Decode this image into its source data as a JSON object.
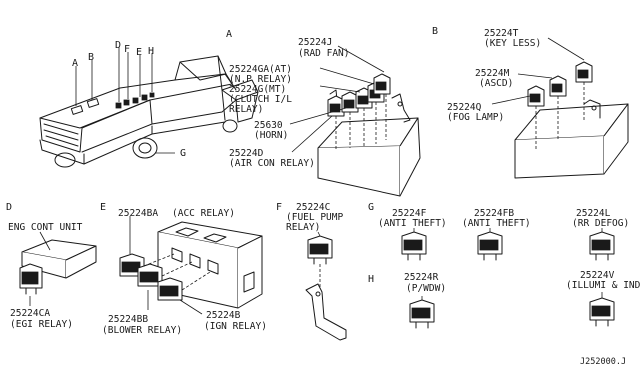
{
  "sections": {
    "A": "A",
    "B": "B",
    "D": "D",
    "E": "E",
    "F": "F",
    "G": "G",
    "H": "H"
  },
  "truck_callouts": [
    "A",
    "B",
    "D",
    "F",
    "E",
    "H",
    "G"
  ],
  "section_a": {
    "rad_fan_number": "25224J",
    "rad_fan_label": "(RAD FAN)",
    "np_relay_number": "25224GA(AT)",
    "np_relay_label": "(N.P RELAY)",
    "clutch_number": "25224G(MT)",
    "clutch_label_1": "(CLUTCH I/L",
    "clutch_label_2": "RELAY)",
    "horn_number": "25630",
    "horn_label": "(HORN)",
    "aircon_number": "25224D",
    "aircon_label": "(AIR CON RELAY)"
  },
  "section_b": {
    "keyless_number": "25224T",
    "keyless_label": "(KEY LESS)",
    "ascd_number": "25224M",
    "ascd_label": "(ASCD)",
    "fog_number": "25224Q",
    "fog_label": "(FOG LAMP)"
  },
  "section_d": {
    "unit_label": "ENG CONT UNIT",
    "egi_number": "25224CA",
    "egi_label": "(EGI RELAY)"
  },
  "section_e": {
    "acc_number": "25224BA",
    "acc_label": "(ACC RELAY)",
    "blower_number": "25224BB",
    "blower_label": "(BLOWER RELAY)",
    "ign_number": "25224B",
    "ign_label": "(IGN RELAY)"
  },
  "section_f": {
    "fuel_number": "25224C",
    "fuel_label_1": "(FUEL PUMP",
    "fuel_label_2": "RELAY)"
  },
  "section_g": {
    "anti1_number": "25224F",
    "anti1_label": "(ANTI THEFT)",
    "anti2_number": "25224FB",
    "anti2_label": "(ANTI THEFT)",
    "rrdefog_number": "25224L",
    "rrdefog_label": "(RR DEFOG)",
    "illumi_number": "25224V",
    "illumi_label": "(ILLUMI & IND)"
  },
  "section_h": {
    "pwdw_number": "25224R",
    "pwdw_label": "(P/WDW)"
  },
  "diagram_code": "J252000.J"
}
